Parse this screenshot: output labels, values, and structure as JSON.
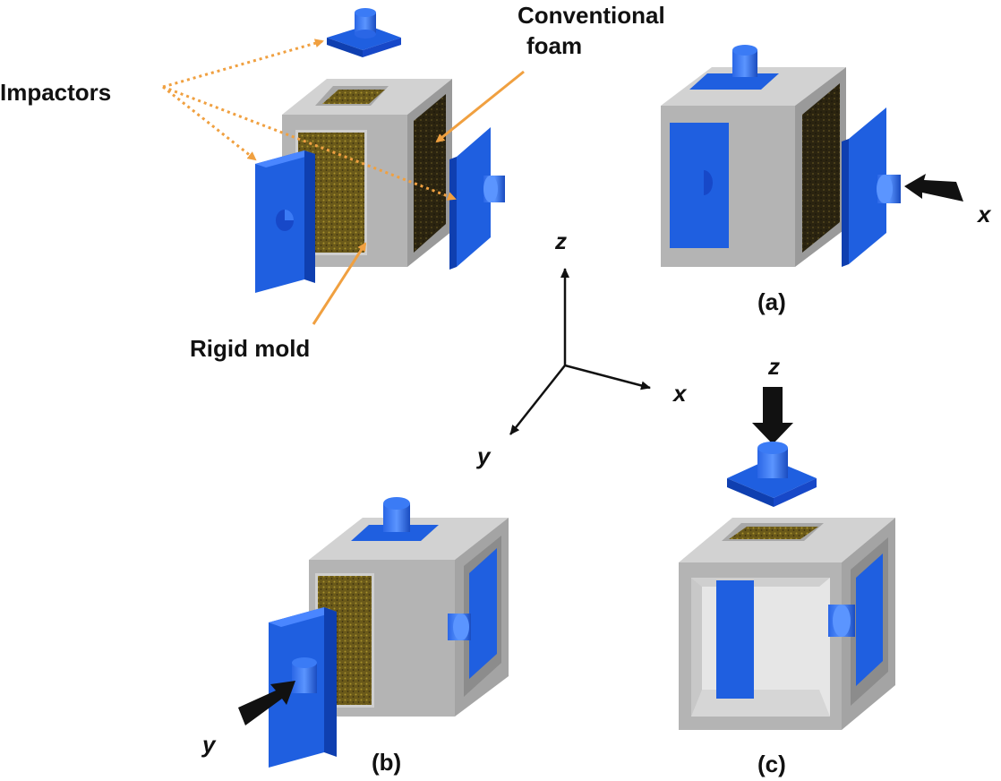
{
  "labels": {
    "impactors": "Impactors",
    "conventional_foam_line1": "Conventional",
    "conventional_foam_line2": "foam",
    "rigid_mold": "Rigid mold"
  },
  "axes": {
    "x": "x",
    "y": "y",
    "z": "z"
  },
  "panels": {
    "a": {
      "caption": "(a)",
      "load_direction": "x"
    },
    "b": {
      "caption": "(b)",
      "load_direction": "y"
    },
    "c": {
      "caption": "(c)",
      "load_direction": "z"
    }
  },
  "colors": {
    "mold": "#b4b4b4",
    "mold_dark": "#8c8c8c",
    "mold_light": "#d2d2d2",
    "impactor": "#1f5fe0",
    "impactor_dark": "#0f3fb0",
    "impactor_light": "#4a86ff",
    "foam": "#5a4a14",
    "foam_dark": "#2b2410",
    "annotation_arrow": "#f0a040",
    "load_arrow": "#111111"
  }
}
